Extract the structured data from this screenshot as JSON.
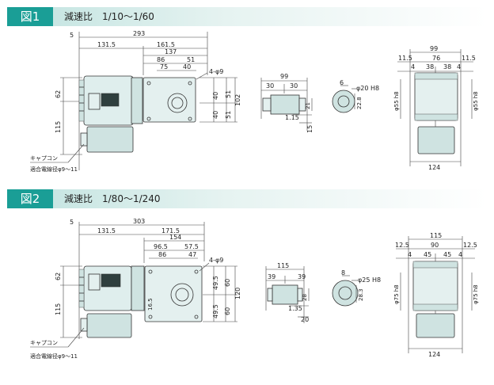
{
  "figures": [
    {
      "tag": "図1",
      "ratio_label": "減速比　1/10～1/60",
      "dims": {
        "d5": "5",
        "d293": "293",
        "d131_5": "131.5",
        "d161_5": "161.5",
        "d137": "137",
        "d86": "86",
        "d51": "51",
        "d75": "75",
        "d40": "40",
        "hole": "4-φ9",
        "d62": "62",
        "d115": "115",
        "d40a": "40",
        "d51a": "51",
        "d40b": "40",
        "d51b": "51",
        "d102": "102",
        "shaft_99": "99",
        "shaft_30a": "30",
        "shaft_30b": "30",
        "shaft_21": "21",
        "shaft_1_15": "1.15",
        "shaft_15": "15",
        "bore_6": "6",
        "bore_phi": "φ20 H8",
        "bore_22_8": "22.8",
        "side_99": "99",
        "side_11_5a": "11.5",
        "side_76": "76",
        "side_11_5b": "11.5",
        "side_4a": "4",
        "side_38a": "38",
        "side_38b": "38",
        "side_4b": "4",
        "side_phi55a": "φ55 h8",
        "side_phi55b": "φ55 h8",
        "side_124": "124"
      },
      "cap_label": "キャプコン",
      "wire_label": "適合電線径φ9～11"
    },
    {
      "tag": "図2",
      "ratio_label": "減速比　1/80～1/240",
      "dims": {
        "d5": "5",
        "d303": "303",
        "d131_5": "131.5",
        "d171_5": "171.5",
        "d154": "154",
        "d96_5": "96.5",
        "d57_5": "57.5",
        "d86": "86",
        "d47": "47",
        "hole": "4-φ9",
        "d62": "62",
        "d115": "115",
        "d16_5": "16.5",
        "d49_5a": "49.5",
        "d60a": "60",
        "d49_5b": "49.5",
        "d60b": "60",
        "d120": "120",
        "shaft_115": "115",
        "shaft_39a": "39",
        "shaft_39b": "39",
        "shaft_28": "28",
        "shaft_1_35": "1.35",
        "shaft_20": "20",
        "bore_8": "8",
        "bore_phi": "φ25 H8",
        "bore_28_3": "28.3",
        "side_115": "115",
        "side_12_5a": "12.5",
        "side_90": "90",
        "side_12_5b": "12.5",
        "side_4a": "4",
        "side_45a": "45",
        "side_45b": "45",
        "side_4b": "4",
        "side_phi75a": "φ75 h8",
        "side_phi75b": "φ75 h8",
        "side_124": "124"
      },
      "cap_label": "キャプコン",
      "wire_label": "適合電線径φ9～11"
    }
  ]
}
